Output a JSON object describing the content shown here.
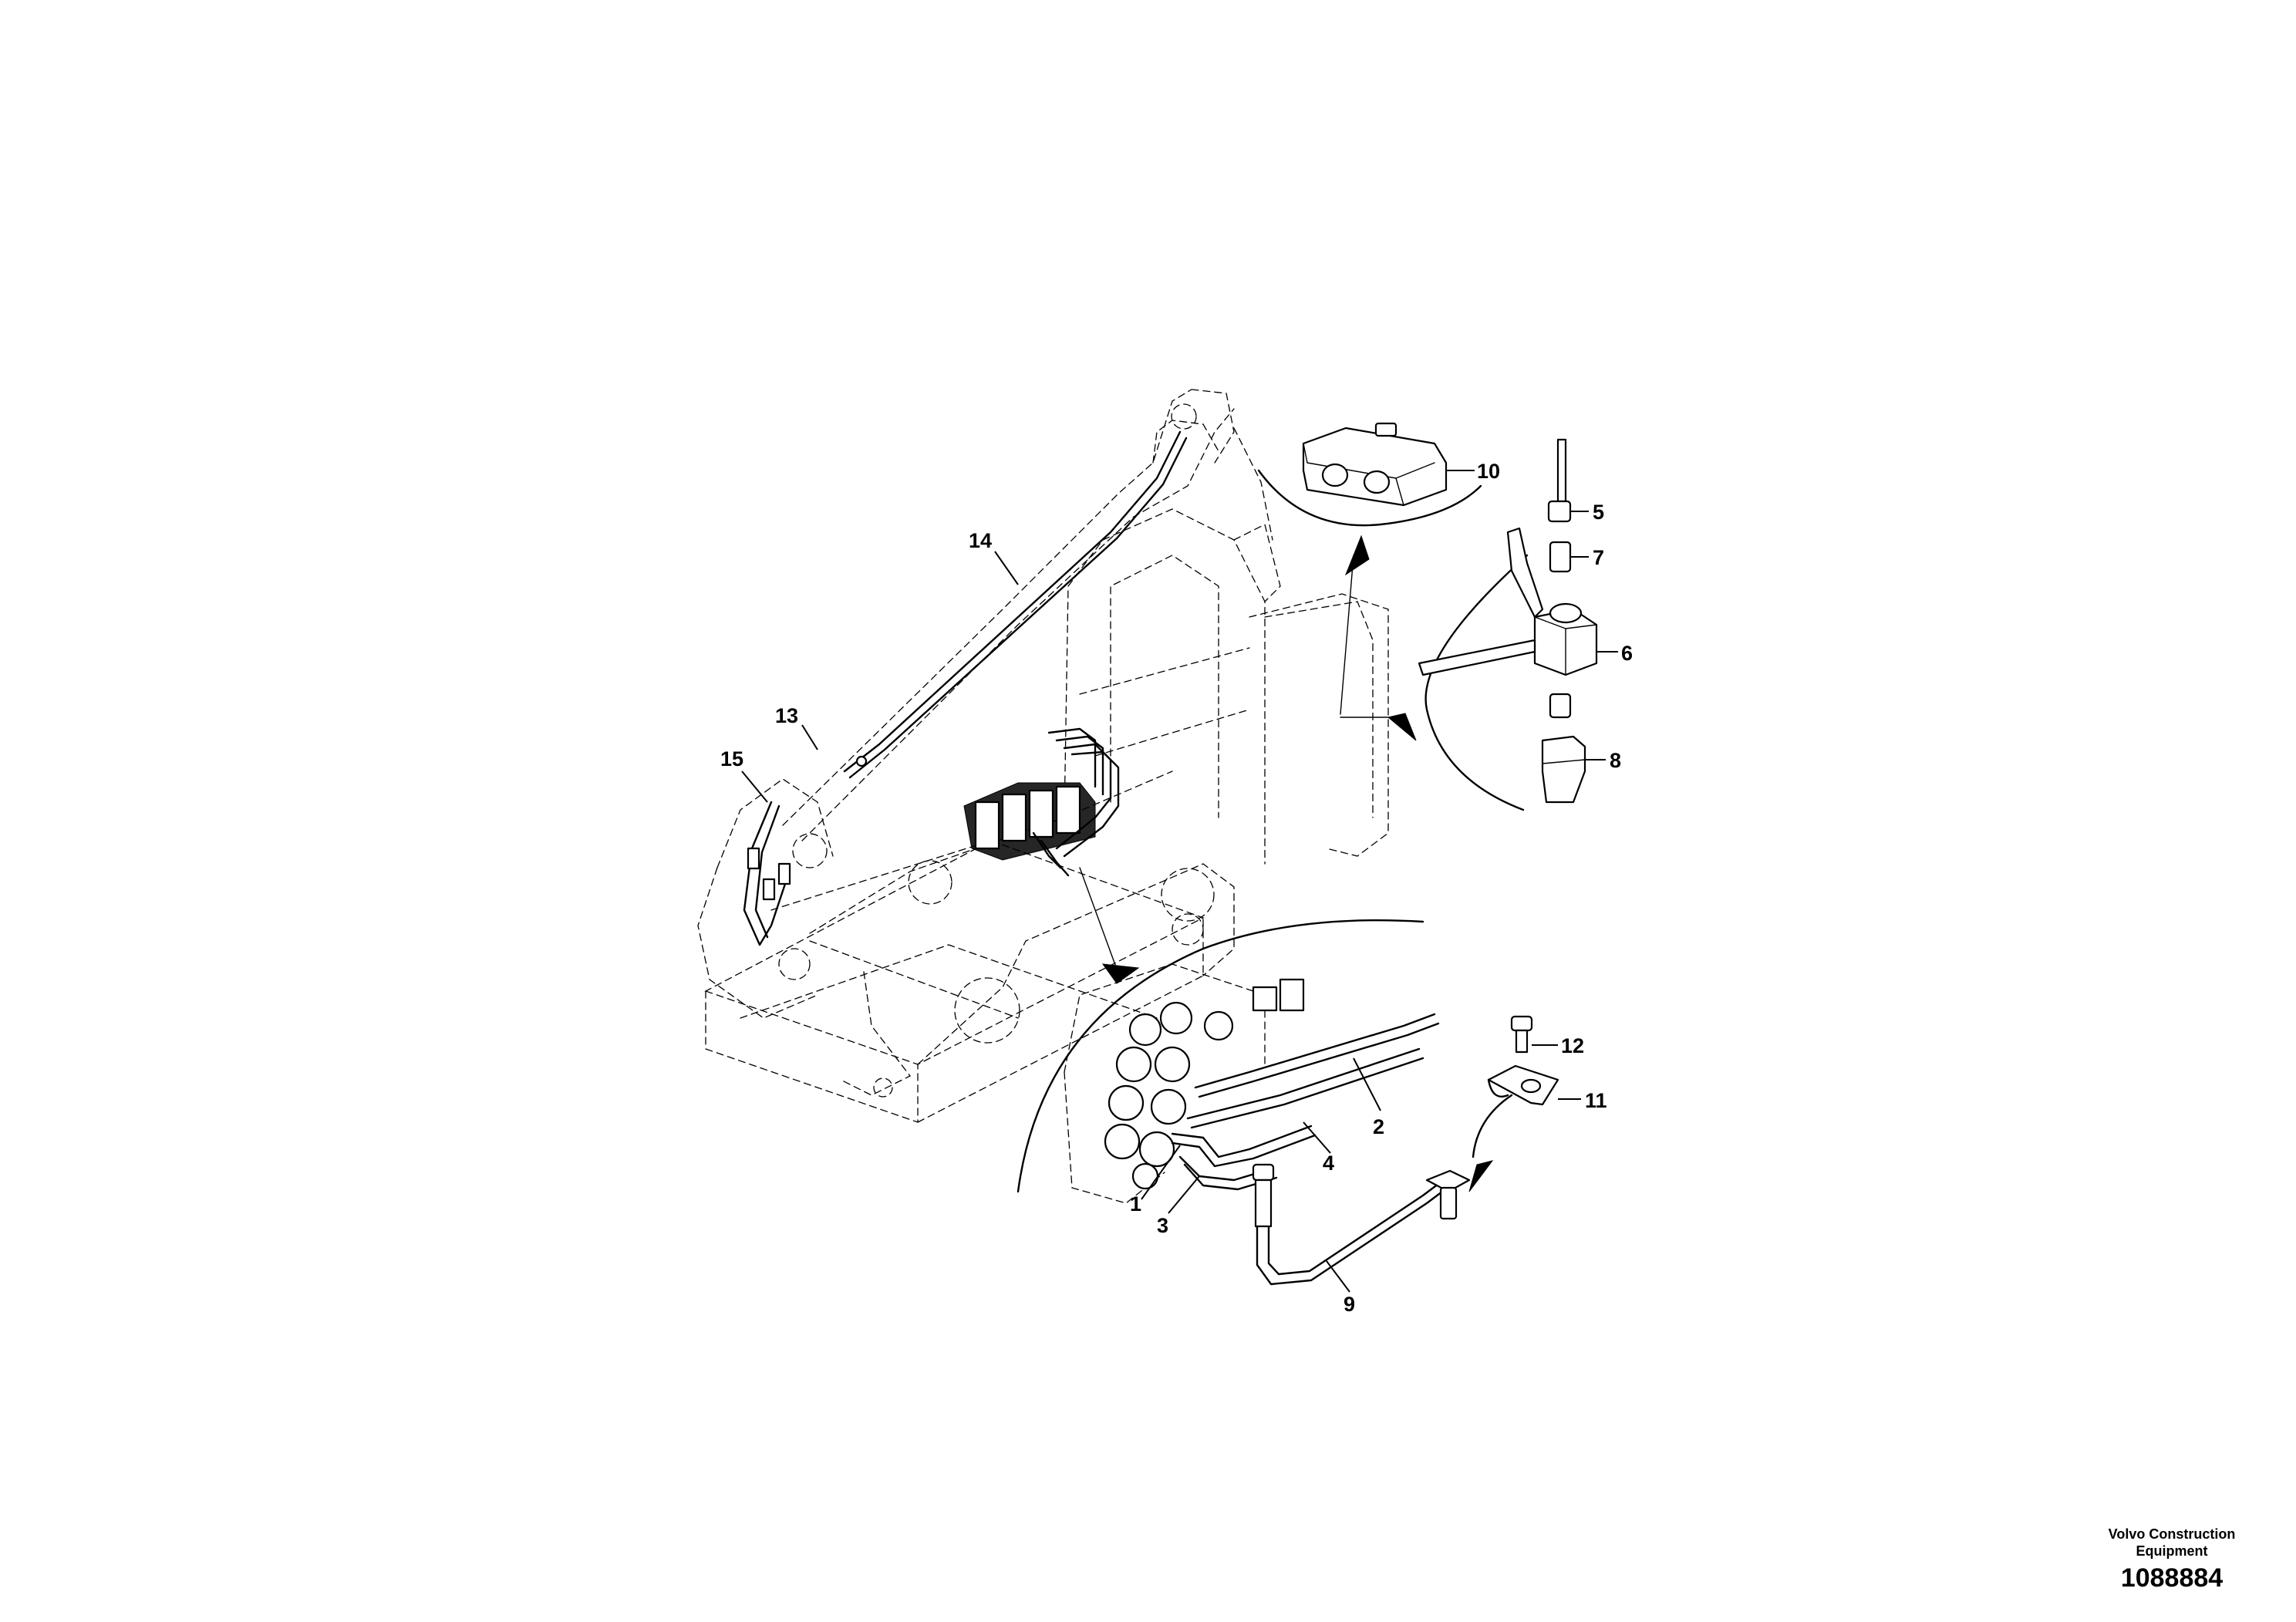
{
  "diagram": {
    "callouts": [
      "1",
      "2",
      "3",
      "4",
      "5",
      "6",
      "7",
      "8",
      "9",
      "10",
      "11",
      "12",
      "13",
      "14",
      "15"
    ]
  },
  "footer": {
    "company_line1": "Volvo Construction",
    "company_line2": "Equipment",
    "drawing_number": "1088884"
  }
}
